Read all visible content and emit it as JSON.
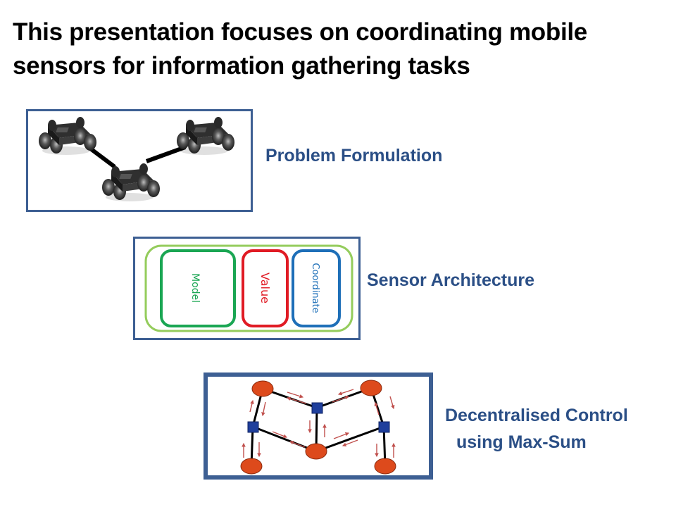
{
  "title": {
    "line1": "This presentation focuses on coordinating mobile",
    "line2": "sensors for information gathering tasks"
  },
  "sections": {
    "problem": {
      "label": "Problem Formulation"
    },
    "architecture": {
      "label": "Sensor Architecture",
      "modules": {
        "model": "Model",
        "value": "Value",
        "coordinate": "Coordinate"
      }
    },
    "control": {
      "label_line1": "Decentralised Control",
      "label_line2": "using Max-Sum"
    }
  },
  "colors": {
    "heading": "#2b4f86",
    "panel_border": "#3d5f93",
    "model": "#1aa653",
    "value": "#e01b24",
    "coordinate": "#1e6fb8",
    "outer_module": "#94cc5c",
    "variable_node": "#dd4a1c",
    "factor_node": "#1f3f9c",
    "message_arrow": "#c0504d"
  },
  "icons": {
    "robots": "robot-rover-icon",
    "variable": "variable-node-circle",
    "factor": "factor-node-square"
  }
}
